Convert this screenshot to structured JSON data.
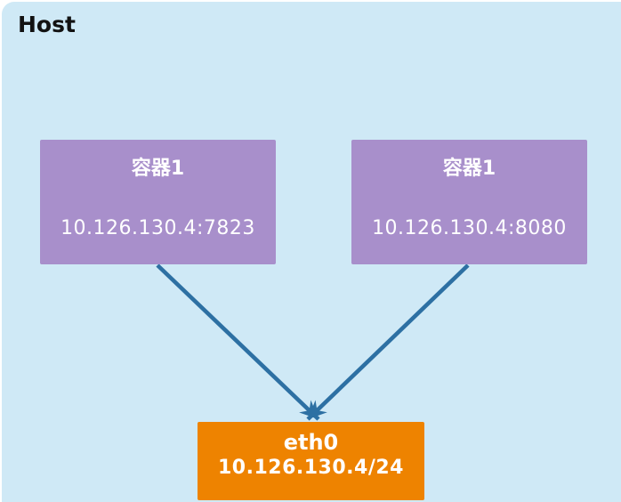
{
  "host": {
    "label": "Host"
  },
  "containers": [
    {
      "title": "容器1",
      "address": "10.126.130.4:7823"
    },
    {
      "title": "容器1",
      "address": "10.126.130.4:8080"
    }
  ],
  "interface": {
    "name": "eth0",
    "address": "10.126.130.4/24"
  },
  "colors": {
    "host_background": "#cfe9f6",
    "container_fill": "#a88fcb",
    "interface_fill": "#ee8300",
    "arrow": "#2d70a3",
    "host_text": "#121212",
    "node_text": "#ffffff"
  }
}
